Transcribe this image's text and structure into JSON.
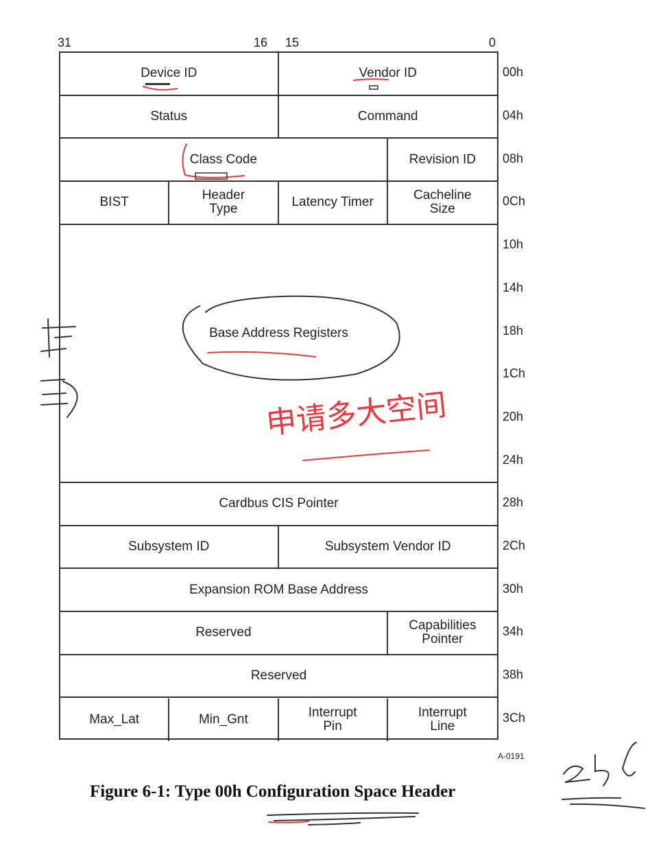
{
  "bit_labels": {
    "b31": "31",
    "b16": "16",
    "b15": "15",
    "b0": "0"
  },
  "rows": [
    {
      "offset": "00h",
      "cells": [
        {
          "label": "Device ID",
          "bits": 16
        },
        {
          "label": "Vendor ID",
          "bits": 16
        }
      ]
    },
    {
      "offset": "04h",
      "cells": [
        {
          "label": "Status",
          "bits": 16
        },
        {
          "label": "Command",
          "bits": 16
        }
      ]
    },
    {
      "offset": "08h",
      "cells": [
        {
          "label": "Class Code",
          "bits": 24
        },
        {
          "label": "Revision ID",
          "bits": 8
        }
      ]
    },
    {
      "offset": "0Ch",
      "cells": [
        {
          "label": "BIST",
          "bits": 8
        },
        {
          "label": "Header\nType",
          "bits": 8
        },
        {
          "label": "Latency Timer",
          "bits": 8
        },
        {
          "label": "Cacheline\nSize",
          "bits": 8
        }
      ]
    },
    {
      "offset": "10h",
      "cells": []
    },
    {
      "offset": "14h",
      "cells": []
    },
    {
      "offset": "18h",
      "cells": []
    },
    {
      "offset": "1Ch",
      "cells": []
    },
    {
      "offset": "20h",
      "cells": []
    },
    {
      "offset": "24h",
      "cells": []
    },
    {
      "offset": "28h",
      "cells": [
        {
          "label": "Cardbus CIS Pointer",
          "bits": 32
        }
      ]
    },
    {
      "offset": "2Ch",
      "cells": [
        {
          "label": "Subsystem ID",
          "bits": 16
        },
        {
          "label": "Subsystem Vendor ID",
          "bits": 16
        }
      ]
    },
    {
      "offset": "30h",
      "cells": [
        {
          "label": "Expansion ROM Base Address",
          "bits": 32
        }
      ]
    },
    {
      "offset": "34h",
      "cells": [
        {
          "label": "Reserved",
          "bits": 24
        },
        {
          "label": "Capabilities\nPointer",
          "bits": 8
        }
      ]
    },
    {
      "offset": "38h",
      "cells": [
        {
          "label": "Reserved",
          "bits": 32
        }
      ]
    },
    {
      "offset": "3Ch",
      "cells": [
        {
          "label": "Max_Lat",
          "bits": 8
        },
        {
          "label": "Min_Gnt",
          "bits": 8
        },
        {
          "label": "Interrupt\nPin",
          "bits": 8
        },
        {
          "label": "Interrupt\nLine",
          "bits": 8
        }
      ]
    }
  ],
  "bar_block": {
    "label": "Base Address Registers"
  },
  "figure_id": "A-0191",
  "caption": "Figure 6-1:  Type 00h Configuration Space Header",
  "handwriting": {
    "chinese_note": "申请多大空间",
    "number": "256",
    "ink_color": "#e8383d",
    "pen_color": "#333333"
  }
}
